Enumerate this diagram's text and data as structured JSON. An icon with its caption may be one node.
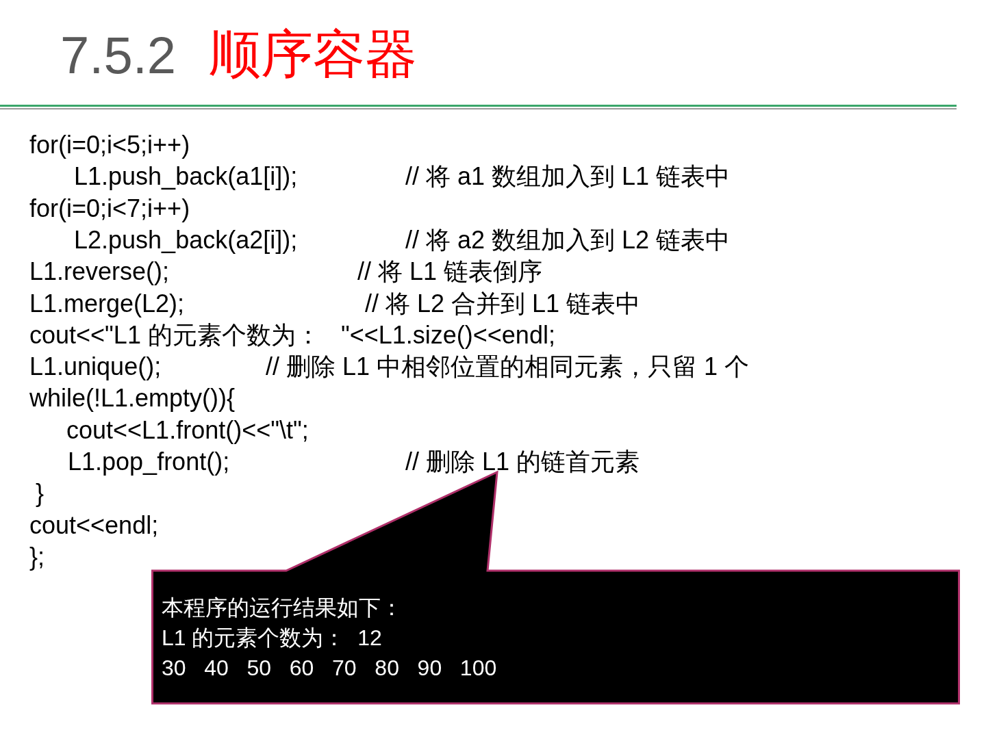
{
  "diagram": {
    "title": "7.5.2 顺序容器",
    "nodes": [
      {
        "text": [
          "本程序的运行结果如下：",
          "L1 的元素个数为：  12",
          "30   40   50   60   70   80   90   100"
        ]
      }
    ],
    "labels": [
      "for(i=0;i<5;i++)",
      "L1.push_back(a1[i]);",
      "// 将 a1 数组加入到 L1 链表中",
      "for(i=0;i<7;i++)",
      "L2.push_back(a2[i]);",
      "// 将 a2 数组加入到 L2 链表中",
      "L1.reverse();",
      "// 将 L1 链表倒序",
      "L1.merge(L2);",
      "// 将 L2 合并到 L1 链表中",
      "cout<<\"L1 的元素个数为：   \"<<L1.size()<<endl;",
      "L1.unique();",
      "// 删除 L1 中相邻位置的相同元素，只留 1 个",
      "while(!L1.empty()){",
      "cout<<L1.front()<<\"\\t\";",
      "L1.pop_front();",
      "// 删除 L1 的链首元素",
      "}",
      "cout<<endl;",
      "};"
    ]
  }
}
